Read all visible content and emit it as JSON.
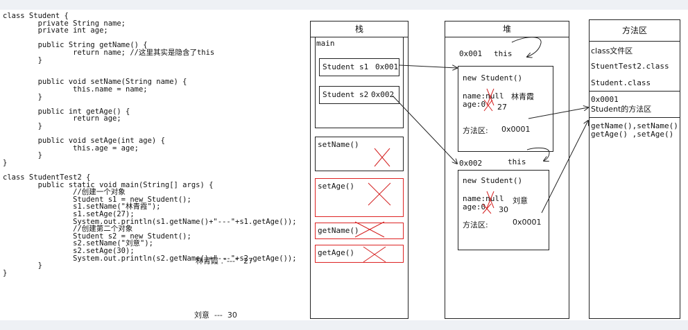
{
  "code_lines": [
    "class Student {",
    "        private String name;",
    "        private int age;",
    "",
    "        public String getName() {",
    "                return name; //这里其实是隐含了this",
    "        }",
    "",
    "",
    "        public void setName(String name) {",
    "                this.name = name;",
    "        }",
    "",
    "        public int getAge() {",
    "                return age;",
    "        }",
    "",
    "        public void setAge(int age) {",
    "                this.age = age;",
    "        }",
    "}",
    "",
    "class StudentTest2 {",
    "        public static void main(String[] args) {",
    "                //创建一个对象",
    "                Student s1 = new Student();",
    "                s1.setName(\"林青霞\");",
    "                s1.setAge(27);",
    "                System.out.println(s1.getName()+\"---\"+s1.getAge());",
    "                //创建第二个对象",
    "                Student s2 = new Student();",
    "                s2.setName(\"刘意\");",
    "                s2.setAge(30);",
    "                System.out.println(s2.getName()+\"---\"+s2.getAge());",
    "        }",
    "}"
  ],
  "outputs": {
    "first": "林青霞 .\"---\"  27",
    "second": "刘意  ---  30"
  },
  "stack": {
    "title": "栈",
    "main_label": "main",
    "s1": "Student s1",
    "s1_addr": "0x001",
    "s2": "Student s2",
    "s2_addr": "0x002",
    "frames": [
      "setName()",
      "setAge()",
      "getName()",
      "getAge()"
    ]
  },
  "heap": {
    "title": "堆",
    "obj1": {
      "addr": "0x001",
      "this_label": "this",
      "header": "new Student()",
      "name_field": "name:null",
      "name_value": "林青霞",
      "age_field": "age:0",
      "age_value": "27",
      "method_field": "方法区:",
      "method_addr": "0x0001"
    },
    "obj2": {
      "addr": "0x002",
      "this_label": "this",
      "header": "new Student()",
      "name_field": "name:null",
      "name_value": "刘意",
      "age_field": "age:0",
      "age_value": "30",
      "method_field": "方法区:",
      "method_addr": "0x0001"
    }
  },
  "method_area": {
    "title": "方法区",
    "class_area_label": "class文件区",
    "class1": "StuentTest2.class",
    "class2": "Student.class",
    "addr": "0x0001",
    "student_methods_label": "Student的方法区",
    "methods_line1": "getName(),setName()",
    "methods_line2": "getAge() ,setAge()"
  },
  "colors": {
    "cross": "#d42020",
    "frame_border": "#d22222",
    "line": "#222222"
  }
}
